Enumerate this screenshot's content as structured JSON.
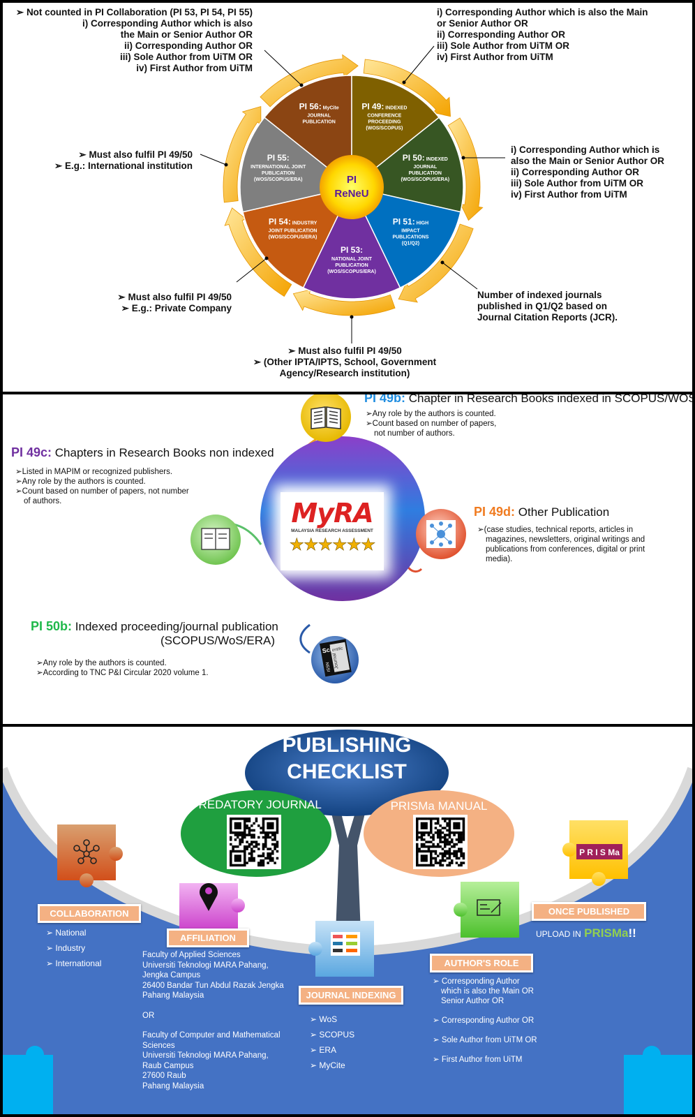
{
  "reneu": {
    "center": [
      "PI",
      "ReNeU"
    ],
    "segments": [
      {
        "code": "PI 56:",
        "title": "MyCite",
        "sub": [
          "JOURNAL",
          "PUBLICATION"
        ],
        "color": "#8b4513"
      },
      {
        "code": "PI 49:",
        "title": "INDEXED",
        "sub": [
          "CONFERENCE",
          "PROCEEDING",
          "(WOS/SCOPUS)"
        ],
        "color": "#7f6000"
      },
      {
        "code": "PI 50:",
        "title": "INDEXED",
        "sub": [
          "JOURNAL",
          "PUBLICATION",
          "(WOS/SCOPUS/ERA)"
        ],
        "color": "#375623"
      },
      {
        "code": "PI 51:",
        "title": "HIGH",
        "sub": [
          "IMPACT",
          "PUBLICATIONS",
          "(Q1/Q2)"
        ],
        "color": "#0070c0"
      },
      {
        "code": "PI 53:",
        "title": "",
        "sub": [
          "NATIONAL JOINT",
          "PUBLICATION",
          "(WOS/SCOPUS/ERA)"
        ],
        "color": "#7030a0"
      },
      {
        "code": "PI 54:",
        "title": "INDUSTRY",
        "sub": [
          "JOINT PUBLICATION",
          "(WOS/SCOPUS/ERA)"
        ],
        "color": "#c55a11"
      },
      {
        "code": "PI 55:",
        "title": "",
        "sub": [
          "INTERNATIONAL JOINT",
          "PUBLICATION",
          "(WOS/SCOPUS/ERA)"
        ],
        "color": "#7f7f7f"
      }
    ],
    "note_top_left": [
      "Not counted in PI Collaboration (PI 53, PI 54, PI 55)",
      "i) Corresponding Author which is also",
      "the Main or Senior Author OR",
      "ii) Corresponding Author OR",
      "iii) Sole Author from UiTM OR",
      "iv) First Author from UiTM"
    ],
    "note_top_right": [
      "i) Corresponding Author which is also the Main",
      "or Senior Author OR",
      "ii) Corresponding Author OR",
      "iii) Sole Author from UiTM OR",
      "iv) First Author from UiTM"
    ],
    "note_right": [
      "i) Corresponding Author which is",
      "also the Main or Senior Author OR",
      "ii) Corresponding Author OR",
      "iii) Sole Author from UiTM OR",
      "iv) First Author from UiTM"
    ],
    "note_jcr": [
      "Number of indexed journals",
      "published in Q1/Q2 based on",
      "Journal Citation Reports (JCR)."
    ],
    "note_pi55": [
      "Must also fulfil PI 49/50",
      "E.g.: International institution"
    ],
    "note_pi54": [
      "Must also fulfil PI 49/50",
      "E.g.: Private Company"
    ],
    "note_bottom": [
      "Must also fulfil PI 49/50",
      "(Other IPTA/IPTS, School, Government",
      "Agency/Research institution)"
    ]
  },
  "myra": {
    "logo": "MyRA",
    "logo_sub": "MALAYSIA RESEARCH ASSESSMENT",
    "stars": "★★★★★★",
    "pi49b": {
      "code": "PI 49b:",
      "title": "Chapter in Research Books indexed in SCOPUS/WOS",
      "items": [
        "Any role by the authors is counted.",
        "Count based on number of papers,",
        "not number of authors."
      ]
    },
    "pi49c": {
      "code": "PI 49c:",
      "title": "Chapters in Research Books non indexed",
      "items": [
        "Listed in MAPIM or recognized publishers.",
        "Any role by the authors is counted.",
        "Count based on number of papers, not number",
        "of authors."
      ]
    },
    "pi49d": {
      "code": "PI 49d:",
      "title": "Other Publication",
      "items": [
        "(case studies, technical reports, articles in",
        "magazines, newsletters, original writings and",
        "publications from conferences, digital or print",
        "media)."
      ]
    },
    "pi50b": {
      "code": "PI 50b:",
      "title": "Indexed proceeding/journal publication",
      "title2": "(SCOPUS/WoS/ERA)",
      "items": [
        "Any role by the authors is counted.",
        "According to TNC P&I Circular 2020 volume 1."
      ]
    },
    "journal_icon_text": [
      "Sci",
      "entific",
      "Journal",
      "ISSN"
    ]
  },
  "checklist": {
    "title": [
      "PUBLISHING",
      "CHECKLIST"
    ],
    "predatory": "PREDATORY JOURNAL",
    "prisma_manual": "PRISMa MANUAL",
    "prisma_logo": "P R I S Ma",
    "collaboration": {
      "label": "COLLABORATION",
      "items": [
        "National",
        "Industry",
        "International"
      ]
    },
    "affiliation": {
      "label": "AFFILIATION",
      "lines": [
        "Faculty of Applied Sciences",
        "Universiti Teknologi MARA Pahang,",
        "Jengka Campus",
        "26400 Bandar Tun Abdul Razak Jengka",
        "Pahang Malaysia",
        "",
        "OR",
        "",
        "Faculty of Computer and Mathematical",
        "Sciences",
        "Universiti Teknologi MARA Pahang,",
        "Raub Campus",
        "27600 Raub",
        "Pahang Malaysia"
      ]
    },
    "indexing": {
      "label": "JOURNAL INDEXING",
      "items": [
        "WoS",
        "SCOPUS",
        "ERA",
        "MyCite"
      ]
    },
    "author_role": {
      "label": "AUTHOR'S ROLE",
      "items": [
        [
          "Corresponding Author",
          "which is also the Main OR",
          "Senior Author OR"
        ],
        [
          "Corresponding Author  OR"
        ],
        [
          "Sole Author from UiTM OR"
        ],
        [
          "First Author from UiTM"
        ]
      ]
    },
    "once_published": {
      "label": "ONCE PUBLISHED",
      "upload": "UPLOAD IN",
      "prisma": "PRISMa",
      "bang": "!!"
    }
  }
}
